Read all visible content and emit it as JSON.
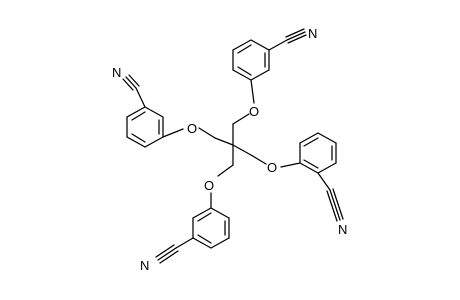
{
  "molecule": {
    "atoms": {
      "o_center_top": "O",
      "o_left": "O",
      "o_right": "O",
      "o_bottom": "O",
      "cn_top_c": "C",
      "cn_top_n": "N",
      "cn_left_c": "C",
      "cn_left_n": "N",
      "cn_right_c": "C",
      "cn_right_n": "N",
      "cn_bottom_c": "C",
      "cn_bottom_n": "N"
    }
  },
  "colors": {
    "bond": "#000000",
    "background": "#ffffff"
  }
}
